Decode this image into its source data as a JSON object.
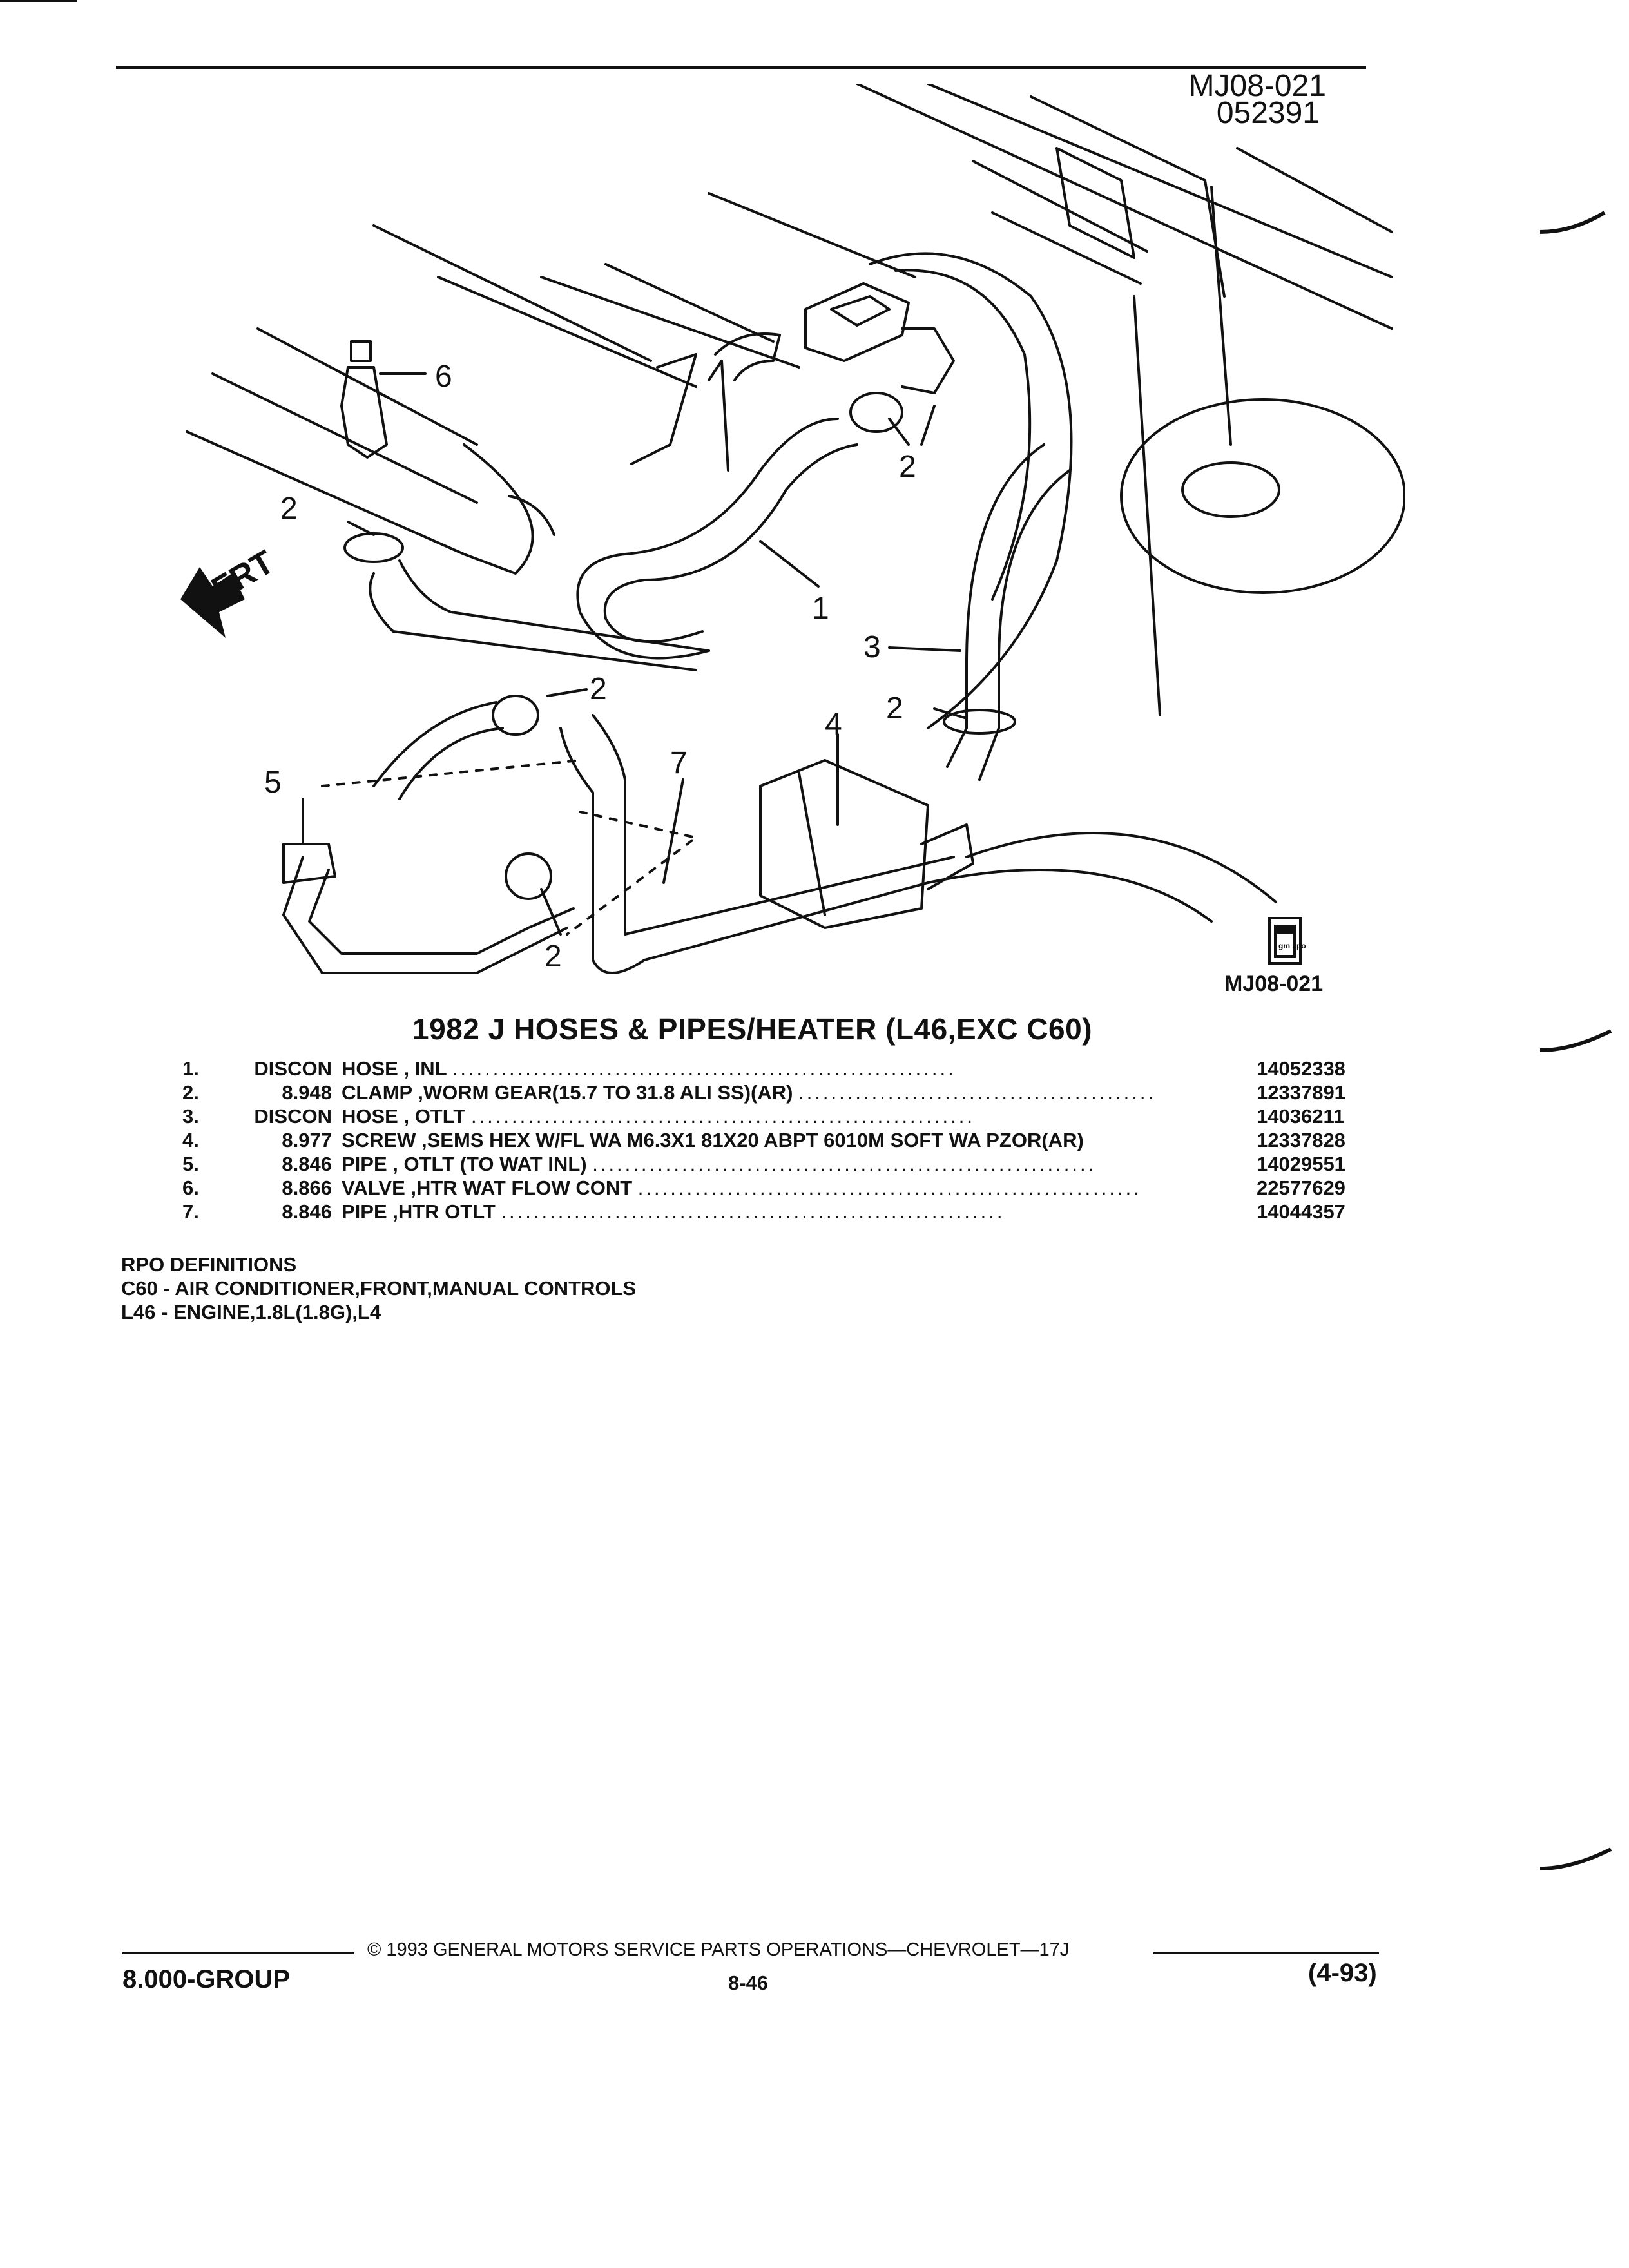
{
  "header": {
    "illustration_code": "MJ08-021",
    "date_code": "052391"
  },
  "diagram": {
    "front_label": "FRT",
    "callouts": [
      "1",
      "2",
      "3",
      "4",
      "5",
      "6",
      "7"
    ],
    "figure_code": "MJ08-021",
    "badge_text": "gm spo"
  },
  "title": "1982 J HOSES & PIPES/HEATER (L46,EXC C60)",
  "parts": [
    {
      "num": "1.",
      "group": "DISCON",
      "desc": "HOSE , INL",
      "part_no": "14052338"
    },
    {
      "num": "2.",
      "group": "8.948",
      "desc": "CLAMP ,WORM GEAR(15.7 TO 31.8 ALI  SS)(AR)",
      "part_no": "12337891"
    },
    {
      "num": "3.",
      "group": "DISCON",
      "desc": "HOSE , OTLT",
      "part_no": "14036211"
    },
    {
      "num": "4.",
      "group": "8.977",
      "desc": "SCREW ,SEMS HEX W/FL WA M6.3X1 81X20 ABPT 6010M SOFT WA PZOR(AR)",
      "part_no": "12337828"
    },
    {
      "num": "5.",
      "group": "8.846",
      "desc": "PIPE , OTLT (TO WAT INL)",
      "part_no": "14029551"
    },
    {
      "num": "6.",
      "group": "8.866",
      "desc": "VALVE ,HTR WAT FLOW CONT",
      "part_no": "22577629"
    },
    {
      "num": "7.",
      "group": "8.846",
      "desc": "PIPE ,HTR OTLT",
      "part_no": "14044357"
    }
  ],
  "rpo": {
    "heading": "RPO DEFINITIONS",
    "lines": [
      "C60 - AIR CONDITIONER,FRONT,MANUAL CONTROLS",
      "L46 - ENGINE,1.8L(1.8G),L4"
    ]
  },
  "footer": {
    "copyright": "© 1993 GENERAL MOTORS SERVICE PARTS OPERATIONS—CHEVROLET—17J",
    "page": "8-46",
    "group": "8.000-GROUP",
    "date": "(4-93)"
  }
}
